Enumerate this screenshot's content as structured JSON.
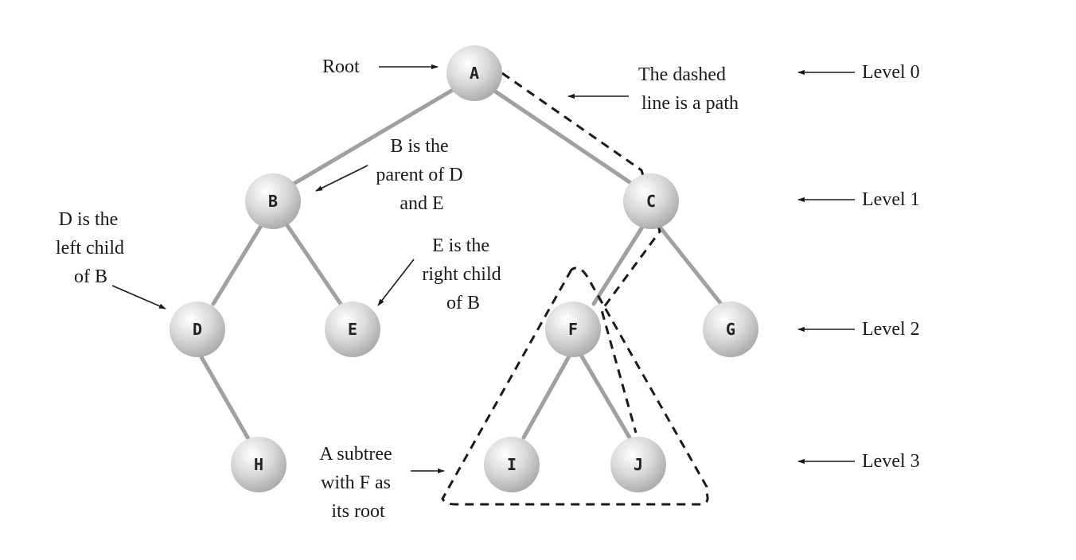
{
  "nodes": {
    "A": "A",
    "B": "B",
    "C": "C",
    "D": "D",
    "E": "E",
    "F": "F",
    "G": "G",
    "H": "H",
    "I": "I",
    "J": "J"
  },
  "annotations": {
    "root": "Root",
    "path": [
      "The dashed",
      "line is a path"
    ],
    "parent": [
      "B is the",
      "parent of D",
      "and E"
    ],
    "left_child": [
      "D is the",
      "left child",
      "of B"
    ],
    "right_child": [
      "E is the",
      "right child",
      "of B"
    ],
    "subtree": [
      "A subtree",
      "with F as",
      "its root"
    ]
  },
  "levels": [
    "Level 0",
    "Level 1",
    "Level 2",
    "Level 3"
  ],
  "colors": {
    "edge": "#a0a0a0",
    "dash": "#1a1a1a",
    "node_light": "#ffffff",
    "node_dark": "#a8a8a8"
  }
}
